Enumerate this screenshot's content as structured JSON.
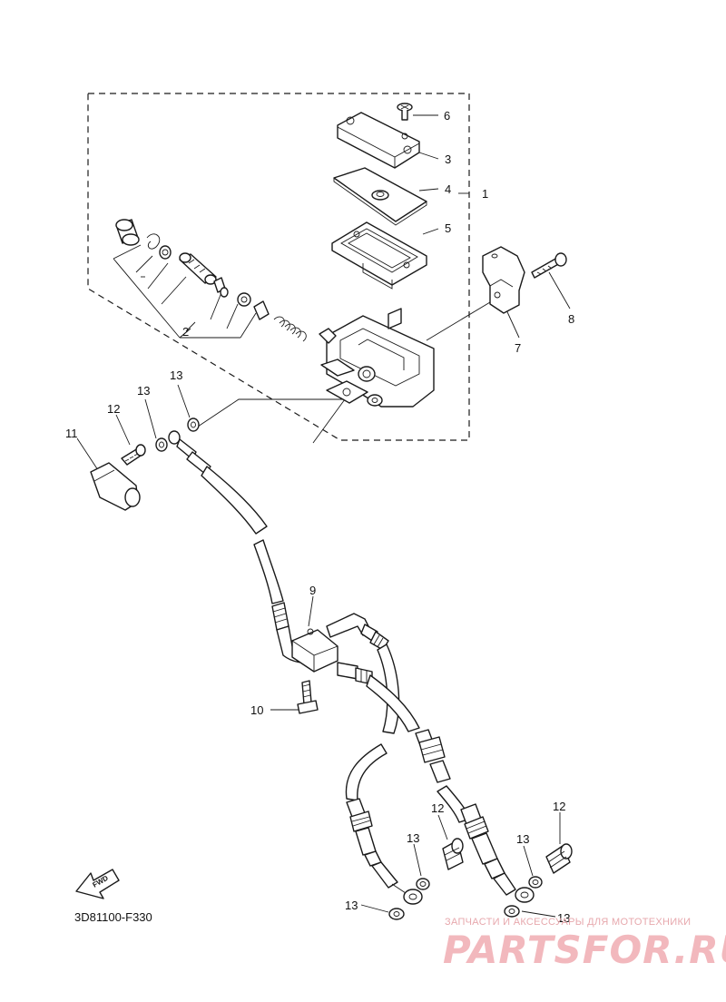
{
  "diagram": {
    "code": "3D81100-F330",
    "fwd_label": "FWD",
    "watermark_line1": "ЗАПЧАСТИ И АКСЕССУАРЫ ДЛЯ МОТОТЕХНИКИ",
    "watermark_line2": "PARTSFOR.RU",
    "callouts": {
      "c1": "1",
      "c2": "2",
      "c3": "3",
      "c4": "4",
      "c5": "5",
      "c6": "6",
      "c7": "7",
      "c8": "8",
      "c9": "9",
      "c10": "10",
      "c11": "11",
      "c12a": "12",
      "c12b": "12",
      "c12c": "12",
      "c13a": "13",
      "c13b": "13",
      "c13c": "13",
      "c13d": "13",
      "c13e": "13",
      "c13f": "13"
    }
  }
}
